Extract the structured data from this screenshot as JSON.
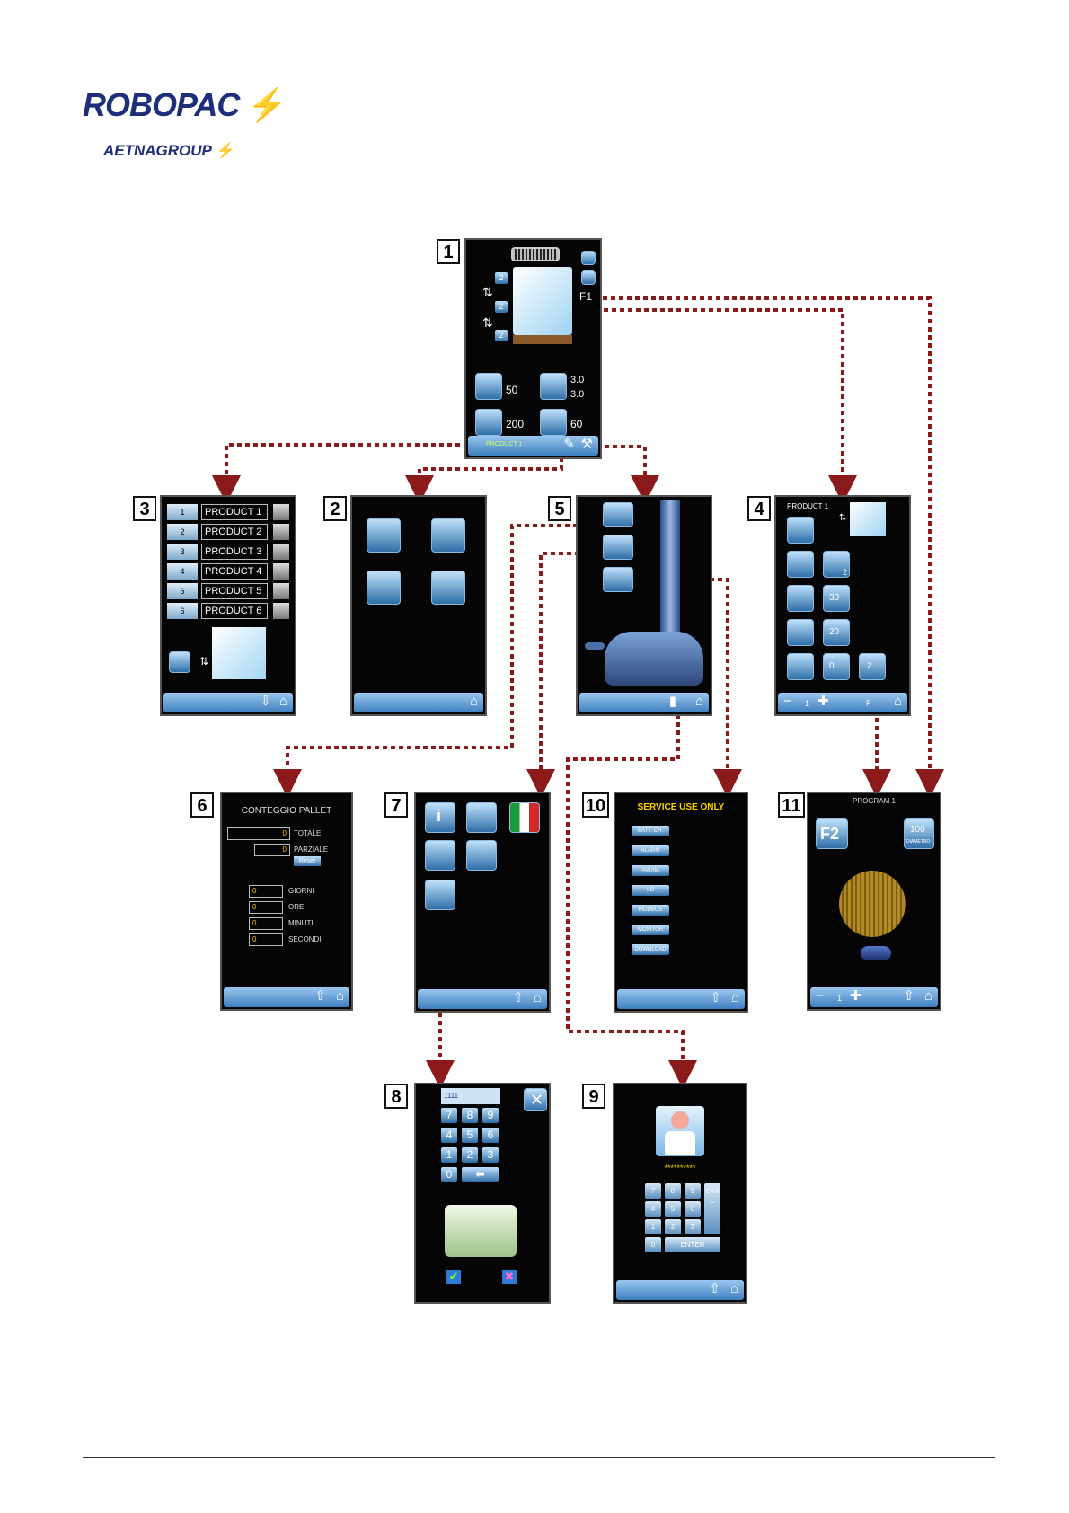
{
  "header": {
    "brand": "ROBOPAC",
    "group": "AETNAGROUP"
  },
  "screens": {
    "s1": {
      "num": "1",
      "steps": [
        "2",
        "2",
        "2"
      ],
      "f1": "F1",
      "v50": "50",
      "v30a": "3.0",
      "v30b": "3.0",
      "v200": "200",
      "v60": "60",
      "product": "PRODUCT 1"
    },
    "s2": {
      "num": "2"
    },
    "s3": {
      "num": "3",
      "rows": [
        {
          "n": "1",
          "label": "PRODUCT 1"
        },
        {
          "n": "2",
          "label": "PRODUCT 2"
        },
        {
          "n": "3",
          "label": "PRODUCT 3"
        },
        {
          "n": "4",
          "label": "PRODUCT 4"
        },
        {
          "n": "5",
          "label": "PRODUCT 5"
        },
        {
          "n": "6",
          "label": "PRODUCT 6"
        }
      ]
    },
    "s4": {
      "num": "4",
      "title": "PRODUCT 1",
      "v2": "2",
      "v30": "30",
      "v20": "20",
      "v0": "0",
      "v2b": "2",
      "counter": "1",
      "f": "F"
    },
    "s5": {
      "num": "5"
    },
    "s6": {
      "num": "6",
      "title": "CONTEGGIO PALLET",
      "totale": "0",
      "totale_label": "TOTALE",
      "parziale": "0",
      "parziale_label": "PARZIALE",
      "reset": "Reset",
      "giorni": "0",
      "giorni_label": "GIORNI",
      "ore": "0",
      "ore_label": "ORE",
      "minuti": "0",
      "minuti_label": "MINUTI",
      "secondi": "0",
      "secondi_label": "SECONDI"
    },
    "s7": {
      "num": "7"
    },
    "s8": {
      "num": "8",
      "display": "1111",
      "keys": [
        "7",
        "8",
        "9",
        "4",
        "5",
        "6",
        "1",
        "2",
        "3",
        "0"
      ]
    },
    "s9": {
      "num": "9",
      "password": "**********",
      "keys": [
        "7",
        "8",
        "9",
        "4",
        "5",
        "6",
        "1",
        "2",
        "3",
        "0"
      ],
      "canc": "CANC",
      "enter": "ENTER"
    },
    "s10": {
      "num": "10",
      "title": "SERVICE USE ONLY",
      "buttons": [
        "BATT. CH.",
        "ALARM",
        "PARAM.",
        "I/O",
        "MODBUS",
        "MONITOR",
        "DOWNLOAD"
      ]
    },
    "s11": {
      "num": "11",
      "title": "PROGRAM 1",
      "f2": "F2",
      "value": "100",
      "unit": "DIAMETRO",
      "counter": "1"
    }
  },
  "colors": {
    "arrow": "#8b1a1a",
    "screen_bg": "#050505",
    "accent_blue": "#3f7fbf",
    "yellow": "#ffc600"
  }
}
